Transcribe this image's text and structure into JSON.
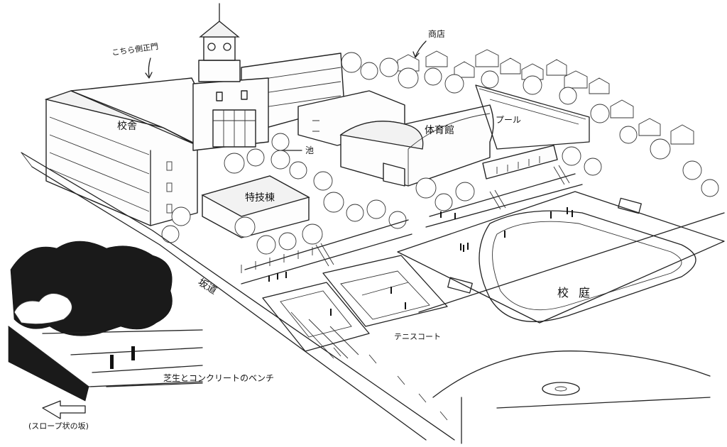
{
  "labels": {
    "front_gate": "こちら側正門",
    "shops": "商店",
    "school_building": "校舎",
    "pond": "池",
    "gymnasium": "体育館",
    "pool": "プール",
    "special_building": "特技棟",
    "slope_path": "坂道",
    "tennis_court": "テニスコート",
    "schoolyard": "校庭",
    "benches": "芝生とコンクリートのベンチ",
    "slope": "(スロープ状の坂)"
  }
}
